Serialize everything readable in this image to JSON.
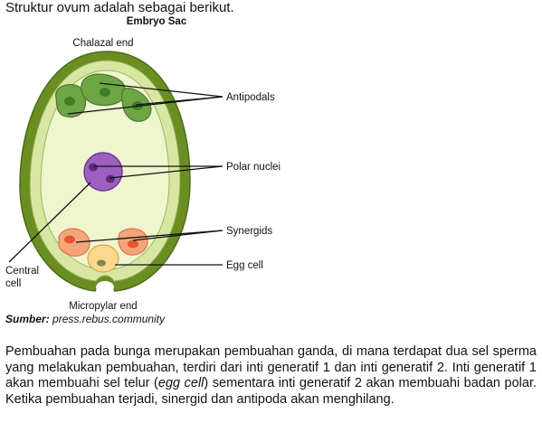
{
  "intro_text": "Struktur ovum adalah sebagai berikut.",
  "diagram": {
    "title": "Embryo Sac",
    "labels": {
      "chalazal": "Chalazal end",
      "antipodals": "Antipodals",
      "polar_nuclei": "Polar nuclei",
      "synergids": "Synergids",
      "egg_cell": "Egg cell",
      "central_line1": "Central",
      "central_line2": "cell",
      "micropylar": "Micropylar end"
    },
    "colors": {
      "outer_wall": "#6b8e23",
      "inner_wall": "#d8e6a3",
      "cytoplasm": "#eef5cf",
      "antipodal": "#6ea545",
      "polar": "#9d5fc0",
      "synergid": "#f6a57a",
      "egg": "#f9d98c"
    }
  },
  "source": {
    "label": "Sumber:",
    "value": "press.rebus.community"
  },
  "paragraph": {
    "part1": "Pembuahan pada bunga merupakan pembuahan ganda, di mana terdapat dua sel sperma yang melakukan pembuahan, terdiri dari inti generatif 1 dan inti generatif 2. Inti generatif 1 akan membuahi sel telur (",
    "italic": "egg cell",
    "part2": ") sementara inti generatif 2 akan membuahi badan polar. Ketika pembuahan terjadi, sinergid dan antipoda akan menghilang."
  }
}
